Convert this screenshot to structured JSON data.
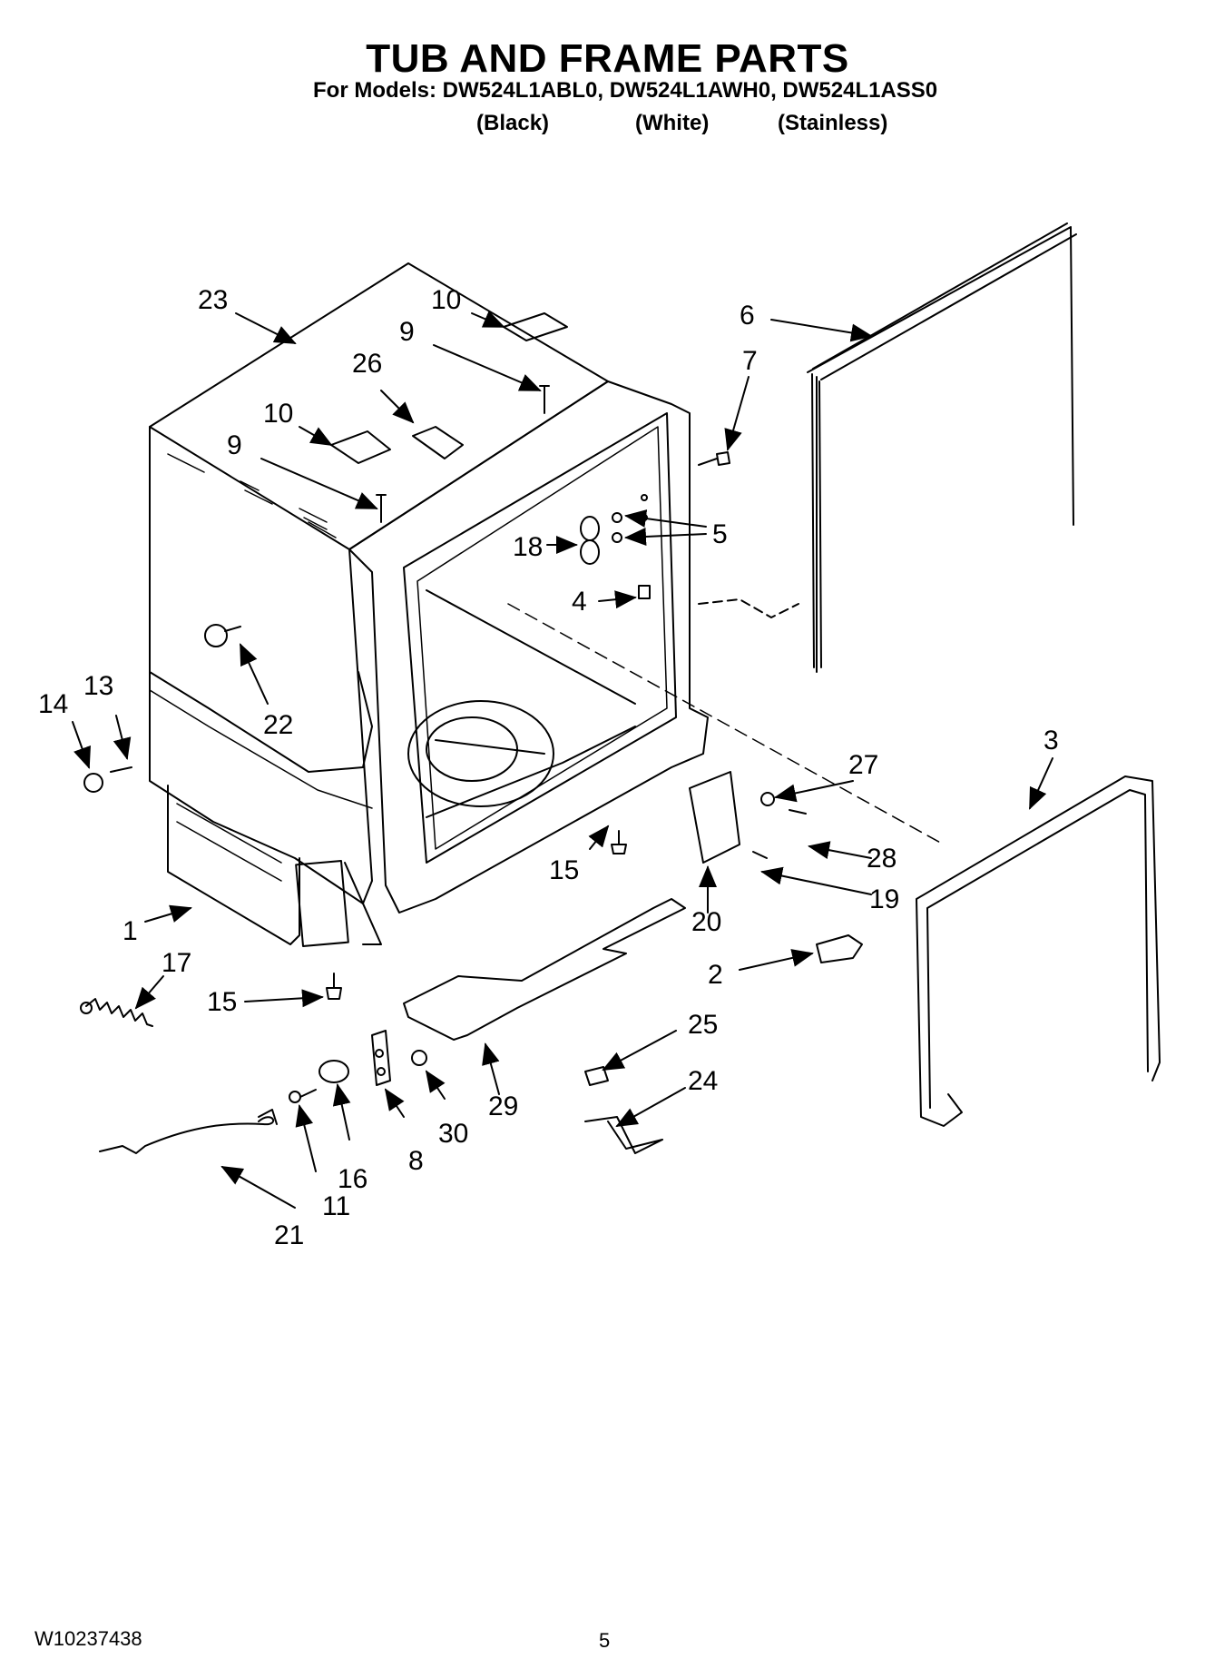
{
  "header": {
    "title": "TUB AND FRAME PARTS",
    "models": "For Models: DW524L1ABL0, DW524L1AWH0, DW524L1ASS0",
    "variants": [
      "(Black)",
      "(White)",
      "(Stainless)"
    ]
  },
  "diagram": {
    "callouts": [
      "23",
      "10",
      "9",
      "26",
      "10",
      "9",
      "6",
      "7",
      "5",
      "18",
      "4",
      "22",
      "14",
      "13",
      "3",
      "27",
      "28",
      "19",
      "15",
      "20",
      "1",
      "17",
      "15",
      "2",
      "25",
      "24",
      "29",
      "30",
      "8",
      "16",
      "11",
      "21"
    ]
  },
  "footer": {
    "doc_number": "W10237438",
    "page_number": "5"
  }
}
